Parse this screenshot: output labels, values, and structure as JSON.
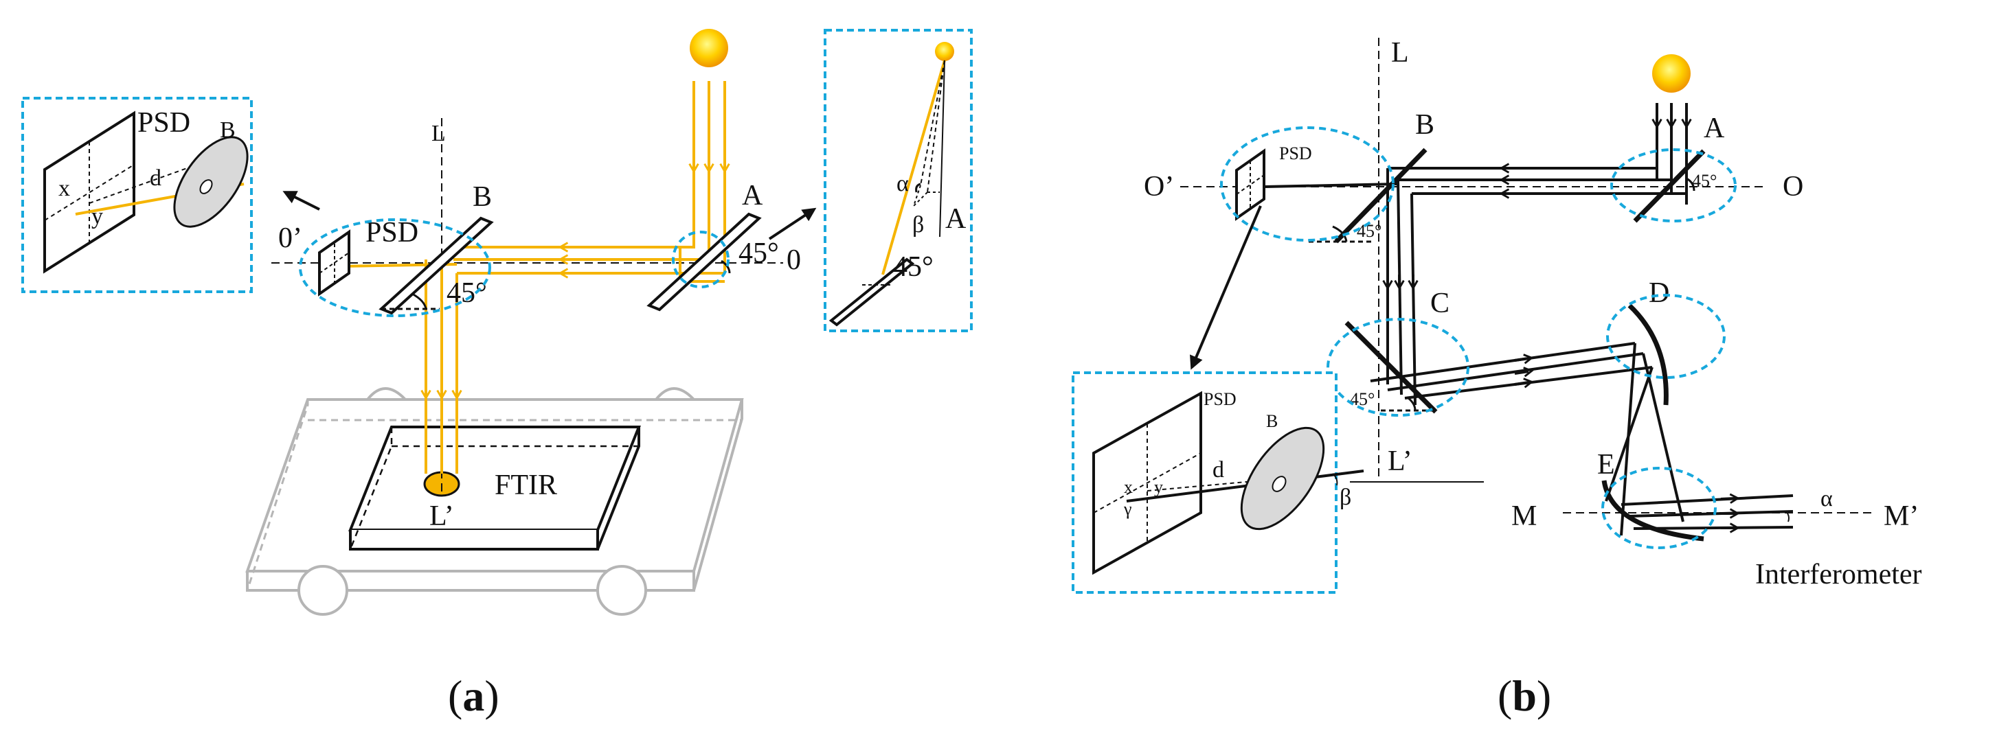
{
  "colors": {
    "beam_yellow": "#f5b400",
    "beam_black": "#111111",
    "dashed_blue": "#18a8dc",
    "ghost_gray": "#b5b5b5",
    "disk_gray": "#d9d9d9",
    "sun_core": "#fff34a",
    "sun_edge": "#f19a00"
  },
  "icons": {
    "sun": "sun-icon",
    "arrow": "arrow-icon"
  },
  "panel_a": {
    "inset_left": {
      "psd": "PSD",
      "b": "B",
      "x": "x",
      "d": "d",
      "y": "y"
    },
    "o_prime": "0’",
    "psd": "PSD",
    "l_top": "L",
    "b": "B",
    "angle_45_b": "45°",
    "a": "A",
    "angle_45_a": "45°",
    "o": "0",
    "ftir": "FTIR",
    "l_prime": "L’",
    "inset_right": {
      "alpha": "α",
      "beta": "β",
      "a": "A",
      "angle_45": "45°"
    },
    "caption_open": "(",
    "caption_letter": "a",
    "caption_close": ")"
  },
  "panel_b": {
    "l_top": "L",
    "b": "B",
    "a": "A",
    "o_prime": "O’",
    "psd": "PSD",
    "angle_45_b": "45°",
    "angle_45_a": "45°",
    "o": "O",
    "c": "C",
    "angle_45_c": "45°",
    "d_mirror": "D",
    "inset": {
      "psd": "PSD",
      "b": "B",
      "d": "d",
      "x": "x",
      "y": "y",
      "gamma": "γ",
      "beta": "β"
    },
    "l_prime": "L’",
    "e": "E",
    "m": "M",
    "alpha": "α",
    "m_prime": "M’",
    "interferometer": "Interferometer",
    "caption_open": "(",
    "caption_letter": "b",
    "caption_close": ")"
  }
}
